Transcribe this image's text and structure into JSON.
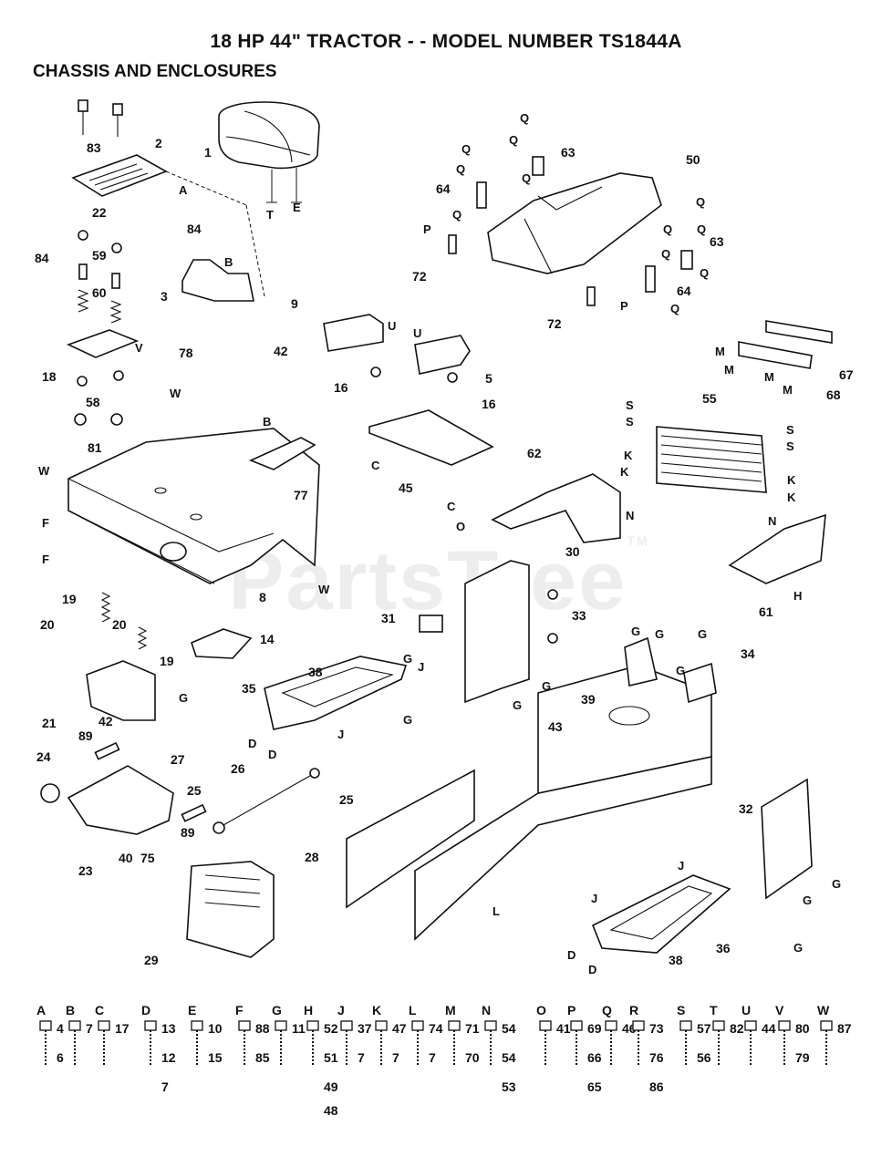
{
  "header": {
    "title": "18 HP 44\" TRACTOR - - MODEL NUMBER TS1844A",
    "subtitle": "CHASSIS AND ENCLOSURES"
  },
  "watermark": "PartsTree",
  "watermark_tm": "TM",
  "callouts": [
    "1",
    "2",
    "3",
    "5",
    "8",
    "9",
    "14",
    "16",
    "16",
    "18",
    "19",
    "19",
    "20",
    "20",
    "21",
    "22",
    "23",
    "24",
    "25",
    "25",
    "26",
    "27",
    "28",
    "29",
    "30",
    "31",
    "32",
    "33",
    "34",
    "35",
    "36",
    "38",
    "38",
    "39",
    "40",
    "42",
    "42",
    "43",
    "45",
    "50",
    "55",
    "58",
    "59",
    "60",
    "61",
    "62",
    "63",
    "63",
    "64",
    "64",
    "67",
    "68",
    "72",
    "72",
    "75",
    "77",
    "78",
    "81",
    "83",
    "84",
    "84",
    "89",
    "89"
  ],
  "letters": [
    "A",
    "B",
    "B",
    "C",
    "C",
    "D",
    "D",
    "D",
    "D",
    "E",
    "F",
    "F",
    "G",
    "G",
    "G",
    "G",
    "G",
    "G",
    "G",
    "G",
    "G",
    "G",
    "G",
    "G",
    "H",
    "J",
    "J",
    "J",
    "J",
    "K",
    "K",
    "K",
    "K",
    "L",
    "M",
    "M",
    "M",
    "M",
    "N",
    "N",
    "O",
    "O",
    "P",
    "P",
    "Q",
    "Q",
    "Q",
    "Q",
    "Q",
    "Q",
    "Q",
    "Q",
    "Q",
    "Q",
    "Q",
    "Q",
    "R",
    "S",
    "S",
    "S",
    "S",
    "T",
    "U",
    "U",
    "V",
    "W",
    "W",
    "W"
  ],
  "hardware": [
    {
      "letter": "A",
      "parts": [
        "4",
        "6"
      ]
    },
    {
      "letter": "B",
      "parts": [
        "7"
      ]
    },
    {
      "letter": "C",
      "parts": [
        "17"
      ]
    },
    {
      "letter": "D",
      "parts": [
        "13",
        "12",
        "7"
      ]
    },
    {
      "letter": "E",
      "parts": [
        "10",
        "15"
      ]
    },
    {
      "letter": "F",
      "parts": [
        "88",
        "85"
      ]
    },
    {
      "letter": "G",
      "parts": [
        "11"
      ]
    },
    {
      "letter": "H",
      "parts": [
        "52",
        "51",
        "49",
        "48"
      ]
    },
    {
      "letter": "J",
      "parts": [
        "37",
        "7"
      ]
    },
    {
      "letter": "K",
      "parts": [
        "47",
        "7"
      ]
    },
    {
      "letter": "L",
      "parts": [
        "74",
        "7"
      ]
    },
    {
      "letter": "M",
      "parts": [
        "71",
        "70"
      ]
    },
    {
      "letter": "N",
      "parts": [
        "54",
        "54",
        "53"
      ]
    },
    {
      "letter": "O",
      "parts": [
        "41"
      ]
    },
    {
      "letter": "P",
      "parts": [
        "69",
        "66",
        "65"
      ]
    },
    {
      "letter": "Q",
      "parts": [
        "46"
      ]
    },
    {
      "letter": "R",
      "parts": [
        "73",
        "76",
        "86"
      ]
    },
    {
      "letter": "S",
      "parts": [
        "57",
        "56"
      ]
    },
    {
      "letter": "T",
      "parts": [
        "82"
      ]
    },
    {
      "letter": "U",
      "parts": [
        "44"
      ]
    },
    {
      "letter": "V",
      "parts": [
        "80",
        "79"
      ]
    },
    {
      "letter": "W",
      "parts": [
        "87"
      ]
    }
  ]
}
